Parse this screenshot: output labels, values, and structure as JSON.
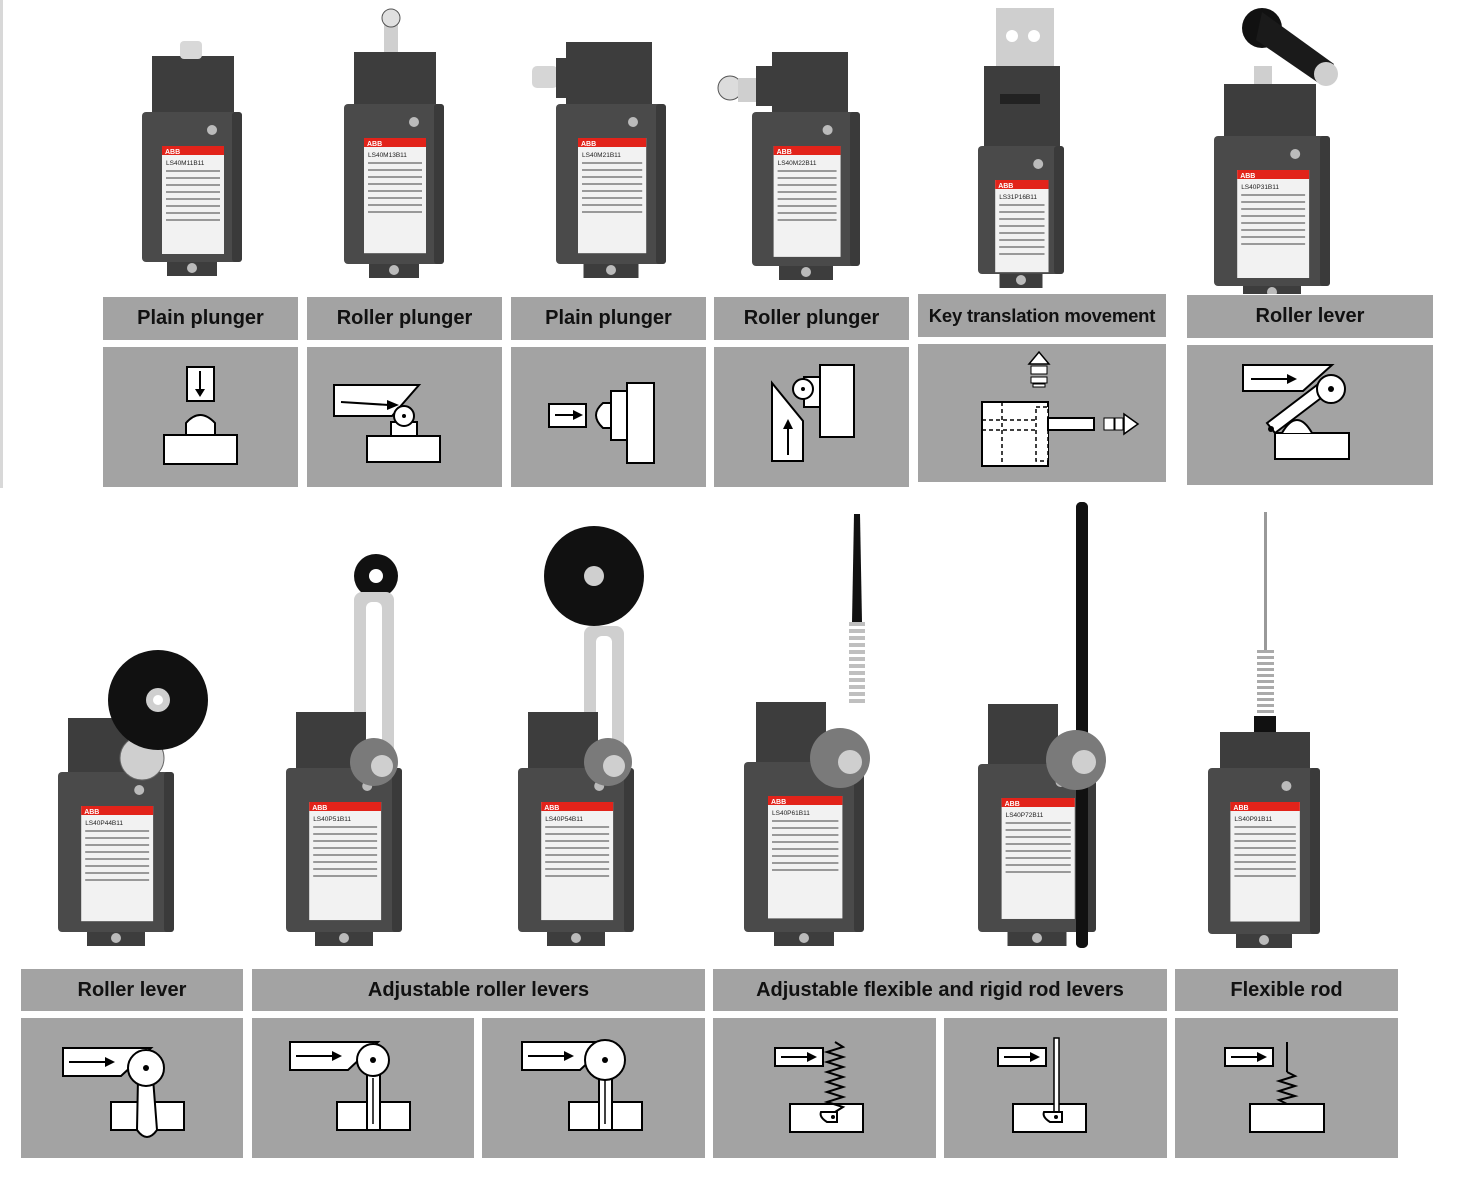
{
  "top_row": {
    "labels": [
      "Plain plunger",
      "Roller plunger",
      "Plain plunger",
      "Roller plunger",
      "Key translation movement",
      "Roller lever"
    ],
    "products": [
      "LS40M11B11",
      "LS40M13B11",
      "LS40M21B11",
      "LS40M22B11",
      "LS31P16B11",
      "LS40P31B11"
    ]
  },
  "bottom_row": {
    "labels": [
      "Roller lever",
      "Adjustable roller levers",
      "Adjustable flexible and rigid rod levers",
      "Flexible rod"
    ],
    "products": [
      "LS40P44B11",
      "LS40P51B11",
      "LS40P54B11",
      "LS40P61B11",
      "LS40P72B11",
      "LS40P91B11"
    ]
  },
  "brand": "ABB",
  "colors": {
    "panel_gray": "#a3a3a3",
    "housing_gray": "#4a4a4a",
    "brand_red": "#e2231a"
  }
}
